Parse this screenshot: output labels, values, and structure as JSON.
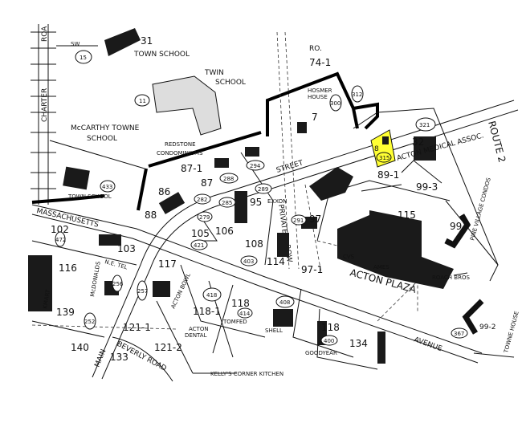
{
  "colors": {
    "highlight": "#ffff33",
    "ink": "#111111",
    "paper": "#ffffff"
  },
  "streets": {
    "charter_road": "CHARTER",
    "charter_road_suffix": "ROA",
    "massachusetts": "MASSACHUSETTS",
    "avenue": "AVENUE",
    "street": "STREET",
    "private_row_1": "PRIVATE",
    "private_row_2": "ROW",
    "main": "MAIN",
    "beverly_road": "BEVERLY ROAD",
    "route_2": "ROUTE 2",
    "towne_house": "TOWNE HOUSE"
  },
  "places": {
    "town_school_top": "TOWN SCHOOL",
    "twin_school_1": "TWIN",
    "twin_school_2": "SCHOOL",
    "mccarthy_1": "McCARTHY TOWNE",
    "mccarthy_2": "SCHOOL",
    "redstone_1": "REDSTONE",
    "redstone_2": "CONDOMINIUMS",
    "town_school_bottom": "TOWN SCHOOL",
    "hosmer_1": "HOSMER",
    "hosmer_2": "HOUSE",
    "rd": "RO.",
    "medical": "ACTON MEDICAL ASSOC.",
    "acton_plaza": "ACTON PLAZA",
    "cvs": "CVS",
    "ames": "AMES",
    "roach": "ROACH BROS",
    "pine_village": "PINE VILLAGE CONDOS",
    "exxon": "EXXON",
    "ne_tel": "N.E. TEL",
    "mcdonalds": "McDONALDS",
    "kmart": "KMART",
    "acton_bowl": "ACTON BOWL",
    "acton_dental_1": "ACTON",
    "acton_dental_2": "DENTAL",
    "tomfed": "TOMFED",
    "shell": "SHELL",
    "goodyear": "GOODYEAR",
    "kellys": "KELLY'S CORNER KITCHEN",
    "sw": "SW"
  },
  "parcels": [
    "31",
    "74-1",
    "7",
    "8",
    "87-1",
    "86",
    "87",
    "88",
    "95",
    "105",
    "106",
    "108",
    "114",
    "97",
    "97-1",
    "115",
    "99",
    "99-2",
    "99-3",
    "89-1",
    "102",
    "103",
    "116",
    "139",
    "117",
    "118",
    "118-1",
    "121-1",
    "121-2",
    "140",
    "133",
    "134",
    "118",
    "32"
  ],
  "addresses": [
    "15",
    "11",
    "433",
    "288",
    "294",
    "282",
    "285",
    "289",
    "279",
    "421",
    "403",
    "291",
    "300",
    "312",
    "315",
    "321",
    "472",
    "256",
    "252",
    "257",
    "418",
    "414",
    "408",
    "400",
    "367"
  ]
}
